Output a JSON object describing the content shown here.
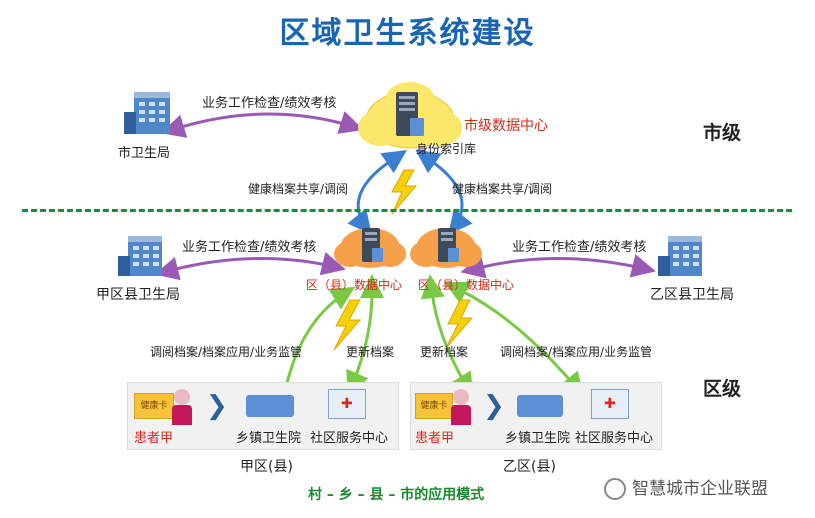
{
  "title": "区域卫生系统建设",
  "levels": {
    "city": "市级",
    "district": "区级"
  },
  "city": {
    "bureau": "市卫生局",
    "bureau_link": "业务工作检查/绩效考核",
    "data_center": "市级数据中心",
    "index": "身份索引库",
    "share_left": "健康档案共享/调阅",
    "share_right": "健康档案共享/调阅"
  },
  "district_a": {
    "bureau": "甲区县卫生局",
    "bureau_link": "业务工作检查/绩效考核",
    "data_center": "区（县）数据中心",
    "consult": "调阅档案/档案应用/业务监管",
    "update": "更新档案",
    "patient_card": "健康卡",
    "patient": "患者甲",
    "township": "乡镇卫生院",
    "community": "社区服务中心",
    "name": "甲区(县)"
  },
  "district_b": {
    "bureau": "乙区县卫生局",
    "bureau_link": "业务工作检查/绩效考核",
    "data_center": "区（县）数据中心",
    "consult": "调阅档案/档案应用/业务监管",
    "update": "更新档案",
    "patient_card": "健康卡",
    "patient": "患者甲",
    "township": "乡镇卫生院",
    "community": "社区服务中心",
    "name": "乙区(县)"
  },
  "bottom_caption": "村 – 乡 – 县 – 市的应用模式",
  "watermark": "智慧城市企业联盟",
  "colors": {
    "title": "#1a64b4",
    "divider": "#1c8a3c",
    "arrow_purple": "#9b59b6",
    "arrow_blue": "#3a7fd0",
    "arrow_green": "#7ac943",
    "cloud_yellow": "#fbe76a",
    "cloud_orange": "#f7a04a",
    "label_red": "#d62a1e"
  }
}
